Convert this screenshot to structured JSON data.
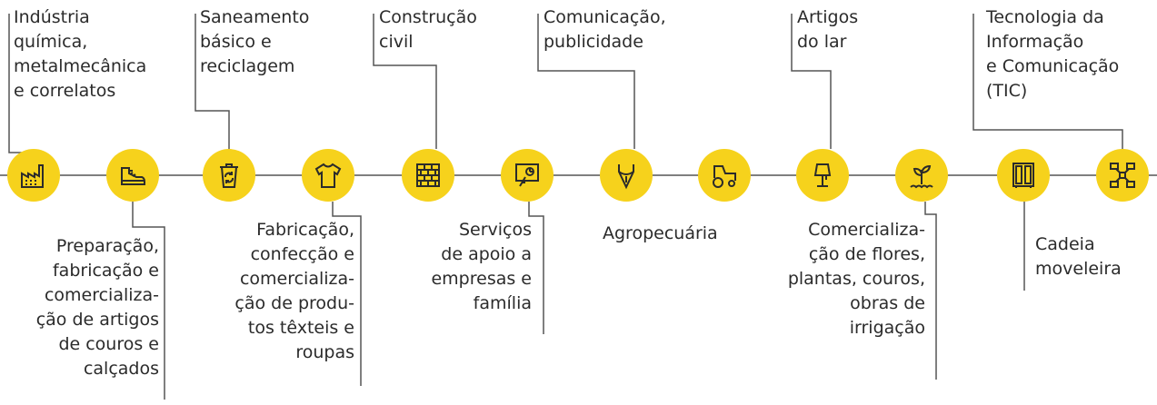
{
  "colors": {
    "accent": "#f6d21c",
    "line": "#555555",
    "icon": "#2b2b2b"
  },
  "sectors": [
    {
      "id": "industria",
      "icon": "factory-icon",
      "lines": [
        "Indústria",
        "química,",
        "metalmecânica",
        "e correlatos"
      ]
    },
    {
      "id": "couros-calcados",
      "icon": "shoe-icon",
      "lines": [
        "Preparação,",
        "fabricação e",
        "comercializa-",
        "ção de artigos",
        "de couros e",
        "calçados"
      ]
    },
    {
      "id": "saneamento",
      "icon": "recycle-bin-icon",
      "lines": [
        "Saneamento",
        "básico e",
        "reciclagem"
      ]
    },
    {
      "id": "texteis",
      "icon": "tshirt-icon",
      "lines": [
        "Fabricação,",
        "confecção e",
        "comercializa-",
        "ção de produ-",
        "tos têxteis e",
        "roupas"
      ]
    },
    {
      "id": "construcao",
      "icon": "brick-wall-icon",
      "lines": [
        "Construção",
        "civil"
      ]
    },
    {
      "id": "servicos",
      "icon": "presentation-board-icon",
      "lines": [
        "Serviços",
        "de apoio a",
        "empresas e",
        "família"
      ]
    },
    {
      "id": "comunicacao",
      "icon": "pen-nib-icon",
      "lines": [
        "Comunicação,",
        "publicidade"
      ]
    },
    {
      "id": "agropecuaria",
      "icon": "tractor-icon",
      "lines": [
        "Agropecuária"
      ]
    },
    {
      "id": "artigos-lar",
      "icon": "lamp-icon",
      "lines": [
        "Artigos",
        "do lar"
      ]
    },
    {
      "id": "flores",
      "icon": "plant-sprout-icon",
      "lines": [
        "Comercializa-",
        "ção de flores,",
        "plantas, couros,",
        "obras de",
        "irrigação"
      ]
    },
    {
      "id": "moveleira",
      "icon": "cabinet-icon",
      "lines": [
        "Cadeia",
        "moveleira"
      ]
    },
    {
      "id": "tic",
      "icon": "network-icon",
      "lines": [
        "Tecnologia da",
        "Informação",
        "e Comunicação",
        "(TIC)"
      ]
    }
  ]
}
